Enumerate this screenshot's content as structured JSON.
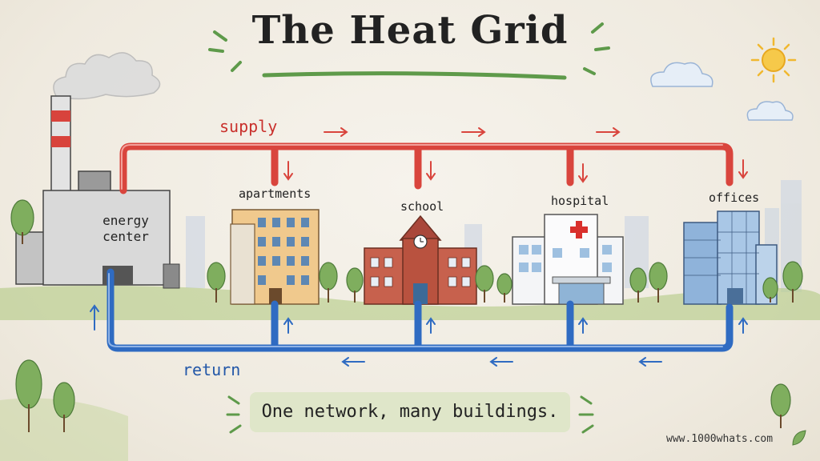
{
  "title": "The Heat Grid",
  "flows": {
    "supply": "supply",
    "return": "return"
  },
  "source": {
    "label": "energy\ncenter"
  },
  "buildings": [
    {
      "id": "apartments",
      "label": "apartments"
    },
    {
      "id": "school",
      "label": "school"
    },
    {
      "id": "hospital",
      "label": "hospital"
    },
    {
      "id": "offices",
      "label": "offices"
    }
  ],
  "tagline": "One network, many buildings.",
  "credit": "www.1000whats.com",
  "colors": {
    "supply": "#d9453d",
    "return": "#2f6bc2",
    "ground": "#a9c27a",
    "tagline_bg": "#dfe6c9"
  },
  "icons": [
    "smokestack-icon",
    "sun-icon",
    "cloud-icon",
    "tree-icon",
    "leaf-icon",
    "hospital-cross-icon",
    "clock-icon"
  ]
}
